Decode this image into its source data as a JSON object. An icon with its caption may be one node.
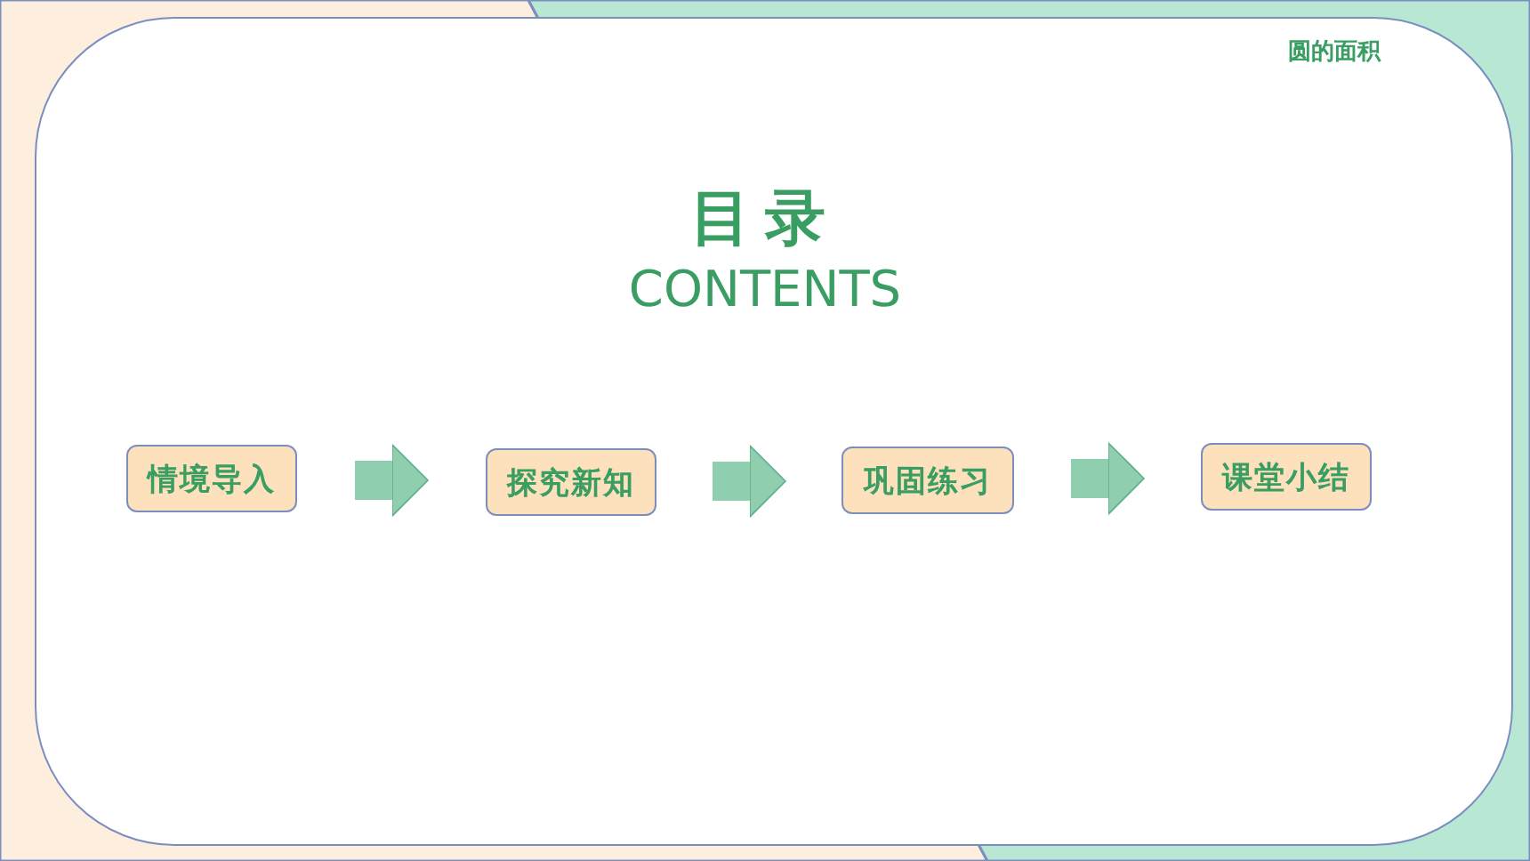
{
  "diagram": {
    "title": "目录",
    "nodes": [
      {
        "text": [
          "情境导入"
        ]
      },
      {
        "text": [
          "探究新知"
        ]
      },
      {
        "text": [
          "巩固练习"
        ]
      },
      {
        "text": [
          "课堂小结"
        ]
      }
    ],
    "edges": [
      {
        "from": 0,
        "to": 1,
        "arrow": "to"
      },
      {
        "from": 1,
        "to": 2,
        "arrow": "to"
      },
      {
        "from": 2,
        "to": 3,
        "arrow": "to"
      }
    ],
    "labels": [
      "圆的面积",
      "CONTENTS"
    ]
  }
}
